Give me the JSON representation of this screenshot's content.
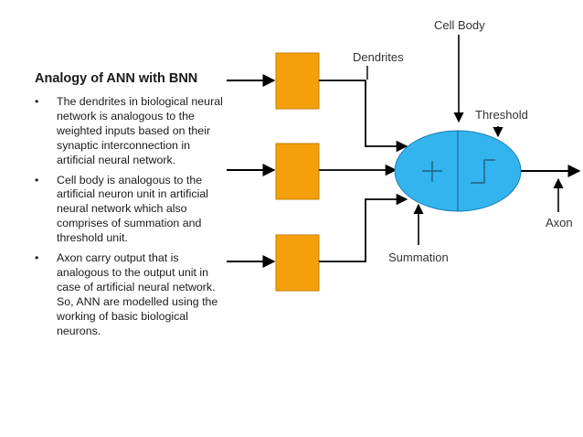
{
  "slide": {
    "title": "Analogy of ANN with BNN",
    "bullets": [
      "The dendrites in biological neural network is analogous to the  weighted inputs based on their synaptic interconnection in artificial neural network.",
      "Cell body is analogous to the artificial neuron unit in artificial neural  network which also comprises of summation and threshold unit.",
      "Axon carry output that is analogous to the output unit in case of  artificial neural network. So, ANN are modelled using the working  of basic biological neurons."
    ],
    "bullet_glyph": "•"
  },
  "diagram": {
    "labels": {
      "cell_body": "Cell Body",
      "dendrites": "Dendrites",
      "threshold": "Threshold",
      "axon": "Axon",
      "summation": "Summation"
    },
    "colors": {
      "weight_box": "#f5a00a",
      "weight_box_border": "#c77d00",
      "cell_body": "#33b4ee",
      "cell_body_border": "#1b7fb5",
      "line": "#000000"
    },
    "icons": [
      "plus-icon",
      "step-function-icon"
    ]
  }
}
